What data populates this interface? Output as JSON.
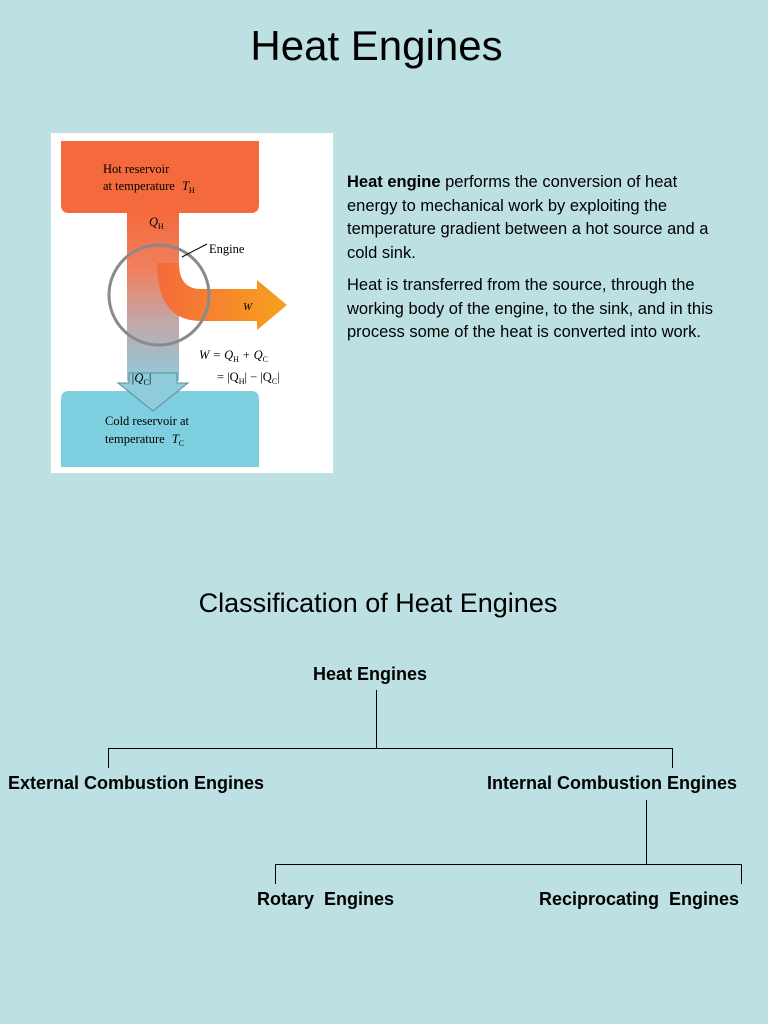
{
  "page": {
    "title": "Heat Engines"
  },
  "diagram": {
    "hot_label_line1": "Hot reservoir",
    "hot_label_line2": "at temperature",
    "hot_symbol": "T",
    "hot_symbol_sub": "H",
    "qh_symbol": "Q",
    "qh_sub": "H",
    "engine_label": "Engine",
    "w_label": "W",
    "eq_line1": "W = Q",
    "eq_line1_sub1": "H",
    "eq_line1_mid": " + Q",
    "eq_line1_sub2": "C",
    "eq_line2": "= |Q",
    "eq_line2_sub1": "H",
    "eq_line2_mid": "| − |Q",
    "eq_line2_sub2": "C",
    "eq_line2_end": "|",
    "qc_label": "|Q",
    "qc_sub": "C",
    "qc_end": "|",
    "cold_label_line1": "Cold reservoir at",
    "cold_label_line2": "temperature",
    "cold_symbol": "T",
    "cold_symbol_sub": "C",
    "colors": {
      "hot": "#f46a3c",
      "cold": "#7ecfe0",
      "work_arrow": "#f7941d",
      "circle": "#8a8a8a"
    }
  },
  "description": {
    "p1_bold": "Heat engine",
    "p1_rest": " performs the conversion of heat energy to mechanical work by exploiting the temperature gradient between a hot source and a cold sink.",
    "p2": "Heat is transferred from the source, through the working body of the engine, to the sink, and in this process some of the heat is converted into work."
  },
  "classification": {
    "title": "Classification of Heat Engines",
    "root": "Heat Engines",
    "external": "External Combustion Engines",
    "internal": "Internal Combustion Engines",
    "rotary": "Rotary  Engines",
    "reciprocating": "Reciprocating  Engines"
  }
}
